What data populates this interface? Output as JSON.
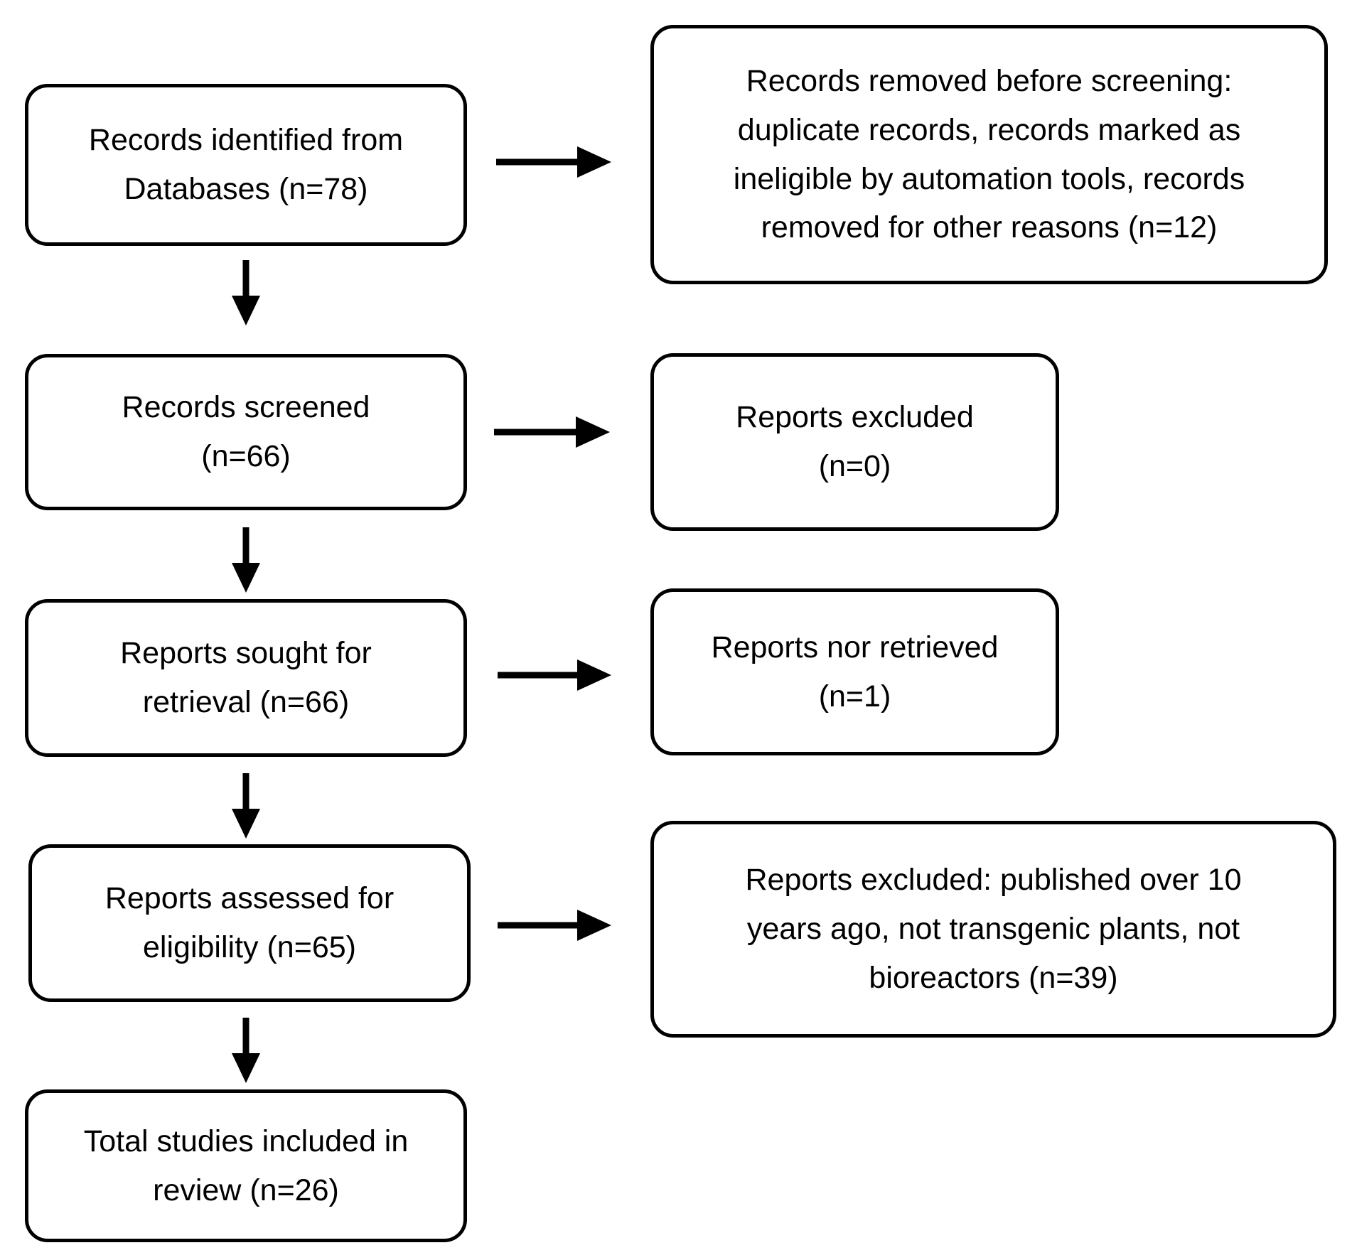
{
  "figure": {
    "type": "flowchart",
    "description_visible": false,
    "background_color": "#ffffff",
    "line_color": "#000000",
    "text_color": "#000000"
  },
  "nodes": [
    {
      "id": "records-identified",
      "column": "left",
      "n": "78",
      "text": "Records identified from\nDatabases (n=78)"
    },
    {
      "id": "records-removed",
      "column": "right",
      "n": "12",
      "text": "Records removed before screening:\nduplicate records, records marked as\nineligible by automation tools, records\nremoved for other reasons (n=12)"
    },
    {
      "id": "records-screened",
      "column": "left",
      "n": "66",
      "text": "Records screened\n(n=66)"
    },
    {
      "id": "reports-excluded-screening",
      "column": "right",
      "n": "0",
      "text": "Reports excluded\n(n=0)"
    },
    {
      "id": "reports-sought",
      "column": "left",
      "n": "66",
      "text": "Reports sought for\nretrieval (n=66)"
    },
    {
      "id": "reports-not-retrieved",
      "column": "right",
      "n": "1",
      "text": "Reports nor retrieved\n(n=1)"
    },
    {
      "id": "reports-assessed",
      "column": "left",
      "n": "65",
      "text": "Reports assessed for\neligibility (n=65)"
    },
    {
      "id": "reports-excluded-eligibility",
      "column": "right",
      "n": "39",
      "text": "Reports excluded: published over 10\nyears ago, not transgenic plants, not\nbioreactors (n=39)"
    },
    {
      "id": "studies-included",
      "column": "left",
      "n": "26",
      "text": "Total studies included in\nreview (n=26)"
    }
  ],
  "connections": [
    {
      "from": "records-identified",
      "to": "records-removed",
      "direction": "right"
    },
    {
      "from": "records-identified",
      "to": "records-screened",
      "direction": "down"
    },
    {
      "from": "records-screened",
      "to": "reports-excluded-screening",
      "direction": "right"
    },
    {
      "from": "records-screened",
      "to": "reports-sought",
      "direction": "down"
    },
    {
      "from": "reports-sought",
      "to": "reports-not-retrieved",
      "direction": "right"
    },
    {
      "from": "reports-sought",
      "to": "reports-assessed",
      "direction": "down"
    },
    {
      "from": "reports-assessed",
      "to": "reports-excluded-eligibility",
      "direction": "right"
    },
    {
      "from": "reports-assessed",
      "to": "studies-included",
      "direction": "down"
    }
  ]
}
